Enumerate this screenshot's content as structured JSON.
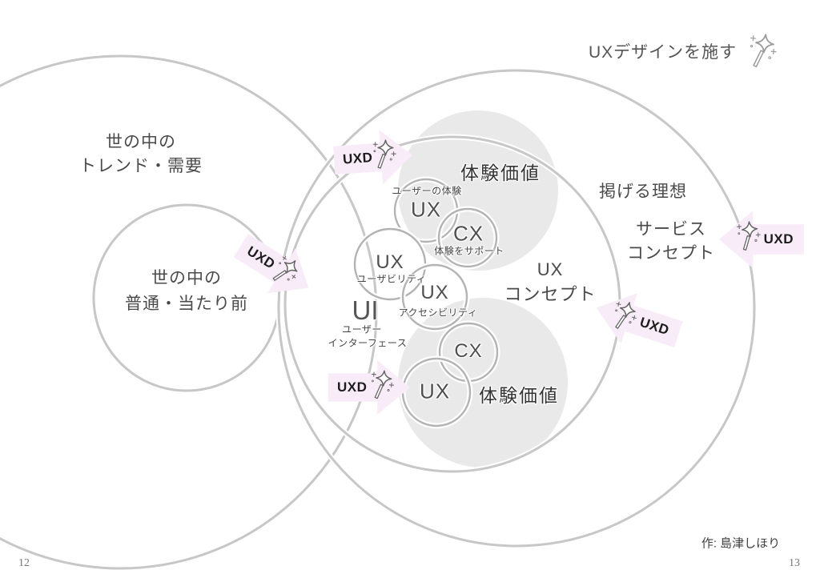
{
  "title": "UXデザインを施す",
  "icons": {
    "magic_wand": "magic-wand-icon"
  },
  "colors": {
    "background": "#ffffff",
    "big_circle_stroke": "#c7c7c7",
    "small_circle_stroke": "#b3b3b3",
    "gray_area_fill": "#e9e9e9",
    "arrow_fill": "#f8ecf8",
    "arrow_text": "#1c1c1c",
    "label_text": "#4a4a4a"
  },
  "labels": {
    "uxd": "UXD",
    "world_trend_1": "世の中の",
    "world_trend_2": "トレンド・需要",
    "world_normal_1": "世の中の",
    "world_normal_2": "普通・当たり前",
    "ideal": "掲げる理想",
    "service_1": "サービス",
    "service_2": "コンセプト",
    "ux_concept_1": "UX",
    "ux_concept_2": "コンセプト",
    "exp_value_top": "体験価値",
    "exp_value_bottom": "体験価値",
    "ux_top": "UX",
    "ux_top_caption": "ユーザーの体験",
    "cx_top": "CX",
    "cx_top_caption": "体験をサポート",
    "ux_usability": "UX",
    "ux_usability_caption": "ユーザビリティ",
    "ux_accessibility": "UX",
    "ux_accessibility_caption": "アクセシビリティ",
    "ui": "UI",
    "ui_caption_1": "ユーザー",
    "ui_caption_2": "インターフェース",
    "cx_bottom": "CX",
    "ux_bottom": "UX"
  },
  "footer": {
    "credit": "作: 島津しほり",
    "page_left": "12",
    "page_right": "13"
  }
}
